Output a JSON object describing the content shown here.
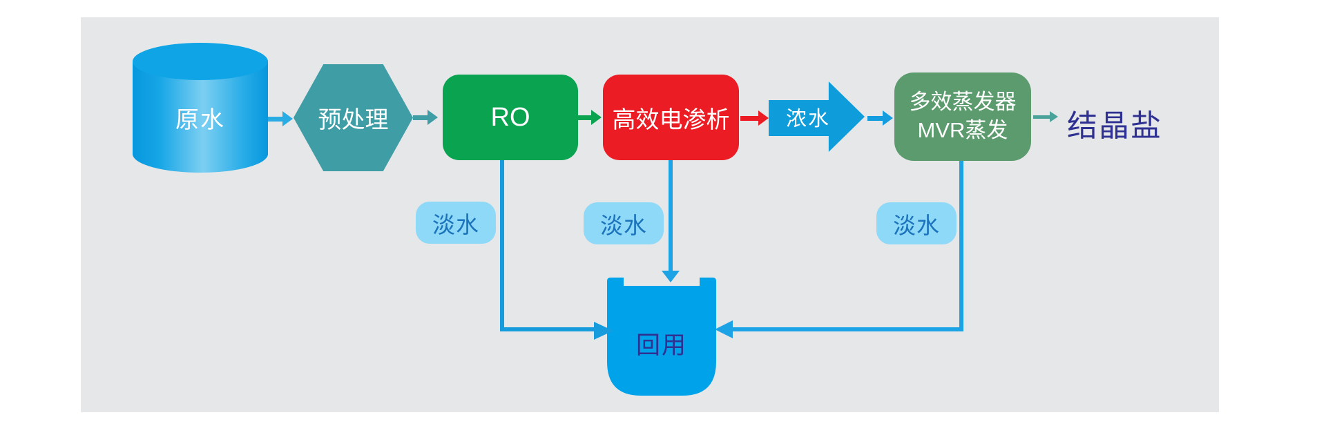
{
  "diagram": {
    "title_hint": "water treatment zero-liquid-discharge process flow",
    "panel_background": "#e6e7e9",
    "labels": {
      "raw_water": "原水",
      "pretreatment": "预处理",
      "ro": "RO",
      "electrodialysis": "高效电渗析",
      "concentrate": "浓水",
      "evaporator_line1": "多效蒸发器",
      "evaporator_line2": "MVR蒸发",
      "crystal_salt": "结晶盐",
      "fresh_water": "淡水",
      "reuse": "回用"
    },
    "edges": [
      {
        "from": "原水",
        "to": "预处理"
      },
      {
        "from": "预处理",
        "to": "RO"
      },
      {
        "from": "RO",
        "to": "高效电渗析"
      },
      {
        "from": "高效电渗析",
        "to": "浓水"
      },
      {
        "from": "浓水",
        "to": "多效蒸发器MVR蒸发"
      },
      {
        "from": "多效蒸发器MVR蒸发",
        "to": "结晶盐"
      },
      {
        "from": "RO",
        "to": "回用",
        "label": "淡水"
      },
      {
        "from": "高效电渗析",
        "to": "回用",
        "label": "淡水"
      },
      {
        "from": "多效蒸发器MVR蒸发",
        "to": "回用",
        "label": "淡水"
      }
    ],
    "colors": {
      "bright_blue": "#00a2e8",
      "line_blue": "#169cdd",
      "arrow_blue": "#29abe3",
      "teal": "#3f9da5",
      "teal_green_arrow": "#4aa39b",
      "green": "#0aa350",
      "red": "#ec1c24",
      "sage_green": "#5c9b6e",
      "pill_blue": "#8ed8f8",
      "pill_text_blue": "#1b74bb",
      "dark_navy_text": "#2e3192",
      "panel_gray": "#e6e7e9"
    }
  }
}
